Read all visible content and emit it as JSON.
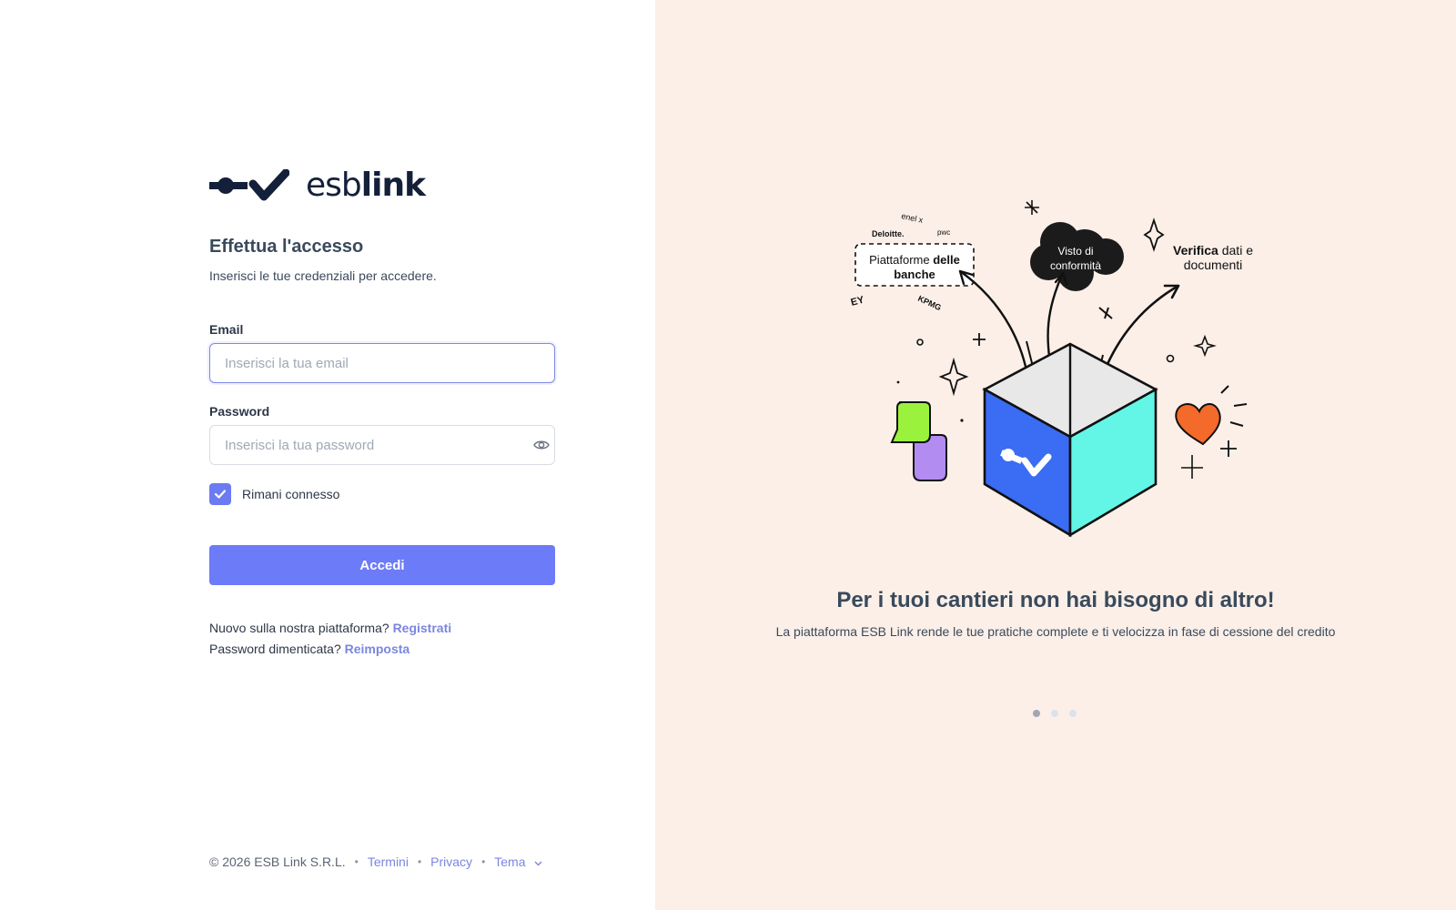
{
  "brand": {
    "logo_text_light": "esb",
    "logo_text_bold": "link"
  },
  "login": {
    "title": "Effettua l'accesso",
    "subtitle": "Inserisci le tue credenziali per accedere.",
    "email_label": "Email",
    "email_placeholder": "Inserisci la tua email",
    "email_value": "",
    "password_label": "Password",
    "password_placeholder": "Inserisci la tua password",
    "password_value": "",
    "remember_label": "Rimani connesso",
    "remember_checked": true,
    "submit_label": "Accedi",
    "register_prompt": "Nuovo sulla nostra piattaforma?",
    "register_link": "Registrati",
    "forgot_prompt": "Password dimenticata?",
    "forgot_link": "Reimposta"
  },
  "footer": {
    "copyright": "© 2026 ESB Link S.R.L.",
    "terms": "Termini",
    "privacy": "Privacy",
    "theme": "Tema"
  },
  "promo": {
    "illustration": {
      "bank_label_a": "Piattaforme ",
      "bank_label_b": "delle",
      "bank_label_c": "banche",
      "visto_a": "Visto di",
      "visto_b": "conformità",
      "verifica_a": "Verifica",
      "verifica_b": " dati e",
      "verifica_c": "documenti",
      "logo_enel": "enel x",
      "logo_deloitte": "Deloitte.",
      "logo_pwc": "pwc",
      "logo_ey": "EY",
      "logo_kpmg": "KPMG"
    },
    "headline": "Per i tuoi cantieri non hai bisogno di altro!",
    "subtext": "La piattaforma ESB Link rende le tue pratiche complete e ti velocizza in fase di cessione del credito",
    "active_slide": 1,
    "slide_count": 3
  },
  "colors": {
    "accent": "#6c7bf7",
    "link": "#7b86e0",
    "right_bg": "#fbefe8",
    "cube_blue": "#3a6cf4",
    "cube_cyan": "#63f6e6",
    "green": "#9bf23d",
    "purple": "#b38cf2",
    "heart": "#f46a2a"
  }
}
